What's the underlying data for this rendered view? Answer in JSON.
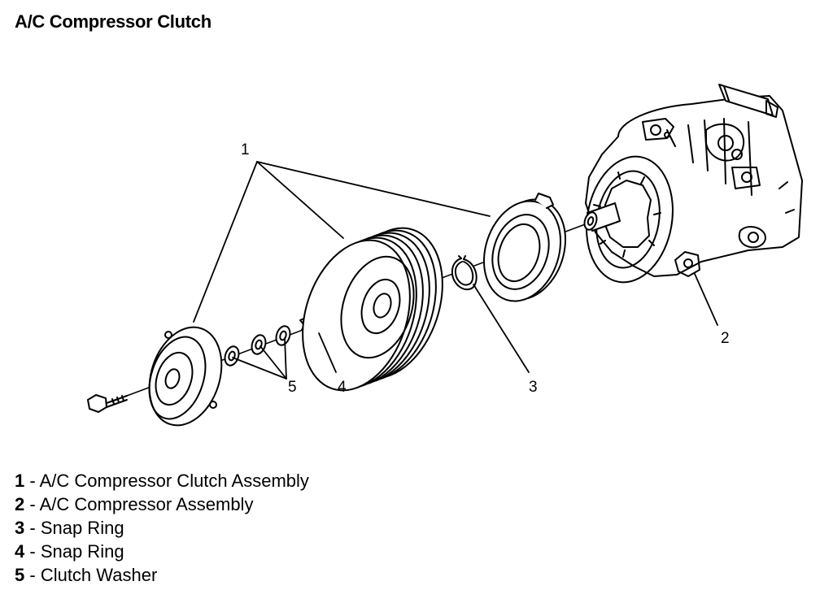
{
  "title": "A/C Compressor Clutch",
  "callouts": [
    "1",
    "2",
    "3",
    "4",
    "5"
  ],
  "legend": [
    {
      "num": "1",
      "sep": " - ",
      "text": "A/C Compressor Clutch Assembly"
    },
    {
      "num": "2",
      "sep": " - ",
      "text": "A/C Compressor Assembly"
    },
    {
      "num": "3",
      "sep": " - ",
      "text": "Snap Ring"
    },
    {
      "num": "4",
      "sep": " - ",
      "text": "Snap Ring"
    },
    {
      "num": "5",
      "sep": " - ",
      "text": "Clutch Washer"
    }
  ]
}
